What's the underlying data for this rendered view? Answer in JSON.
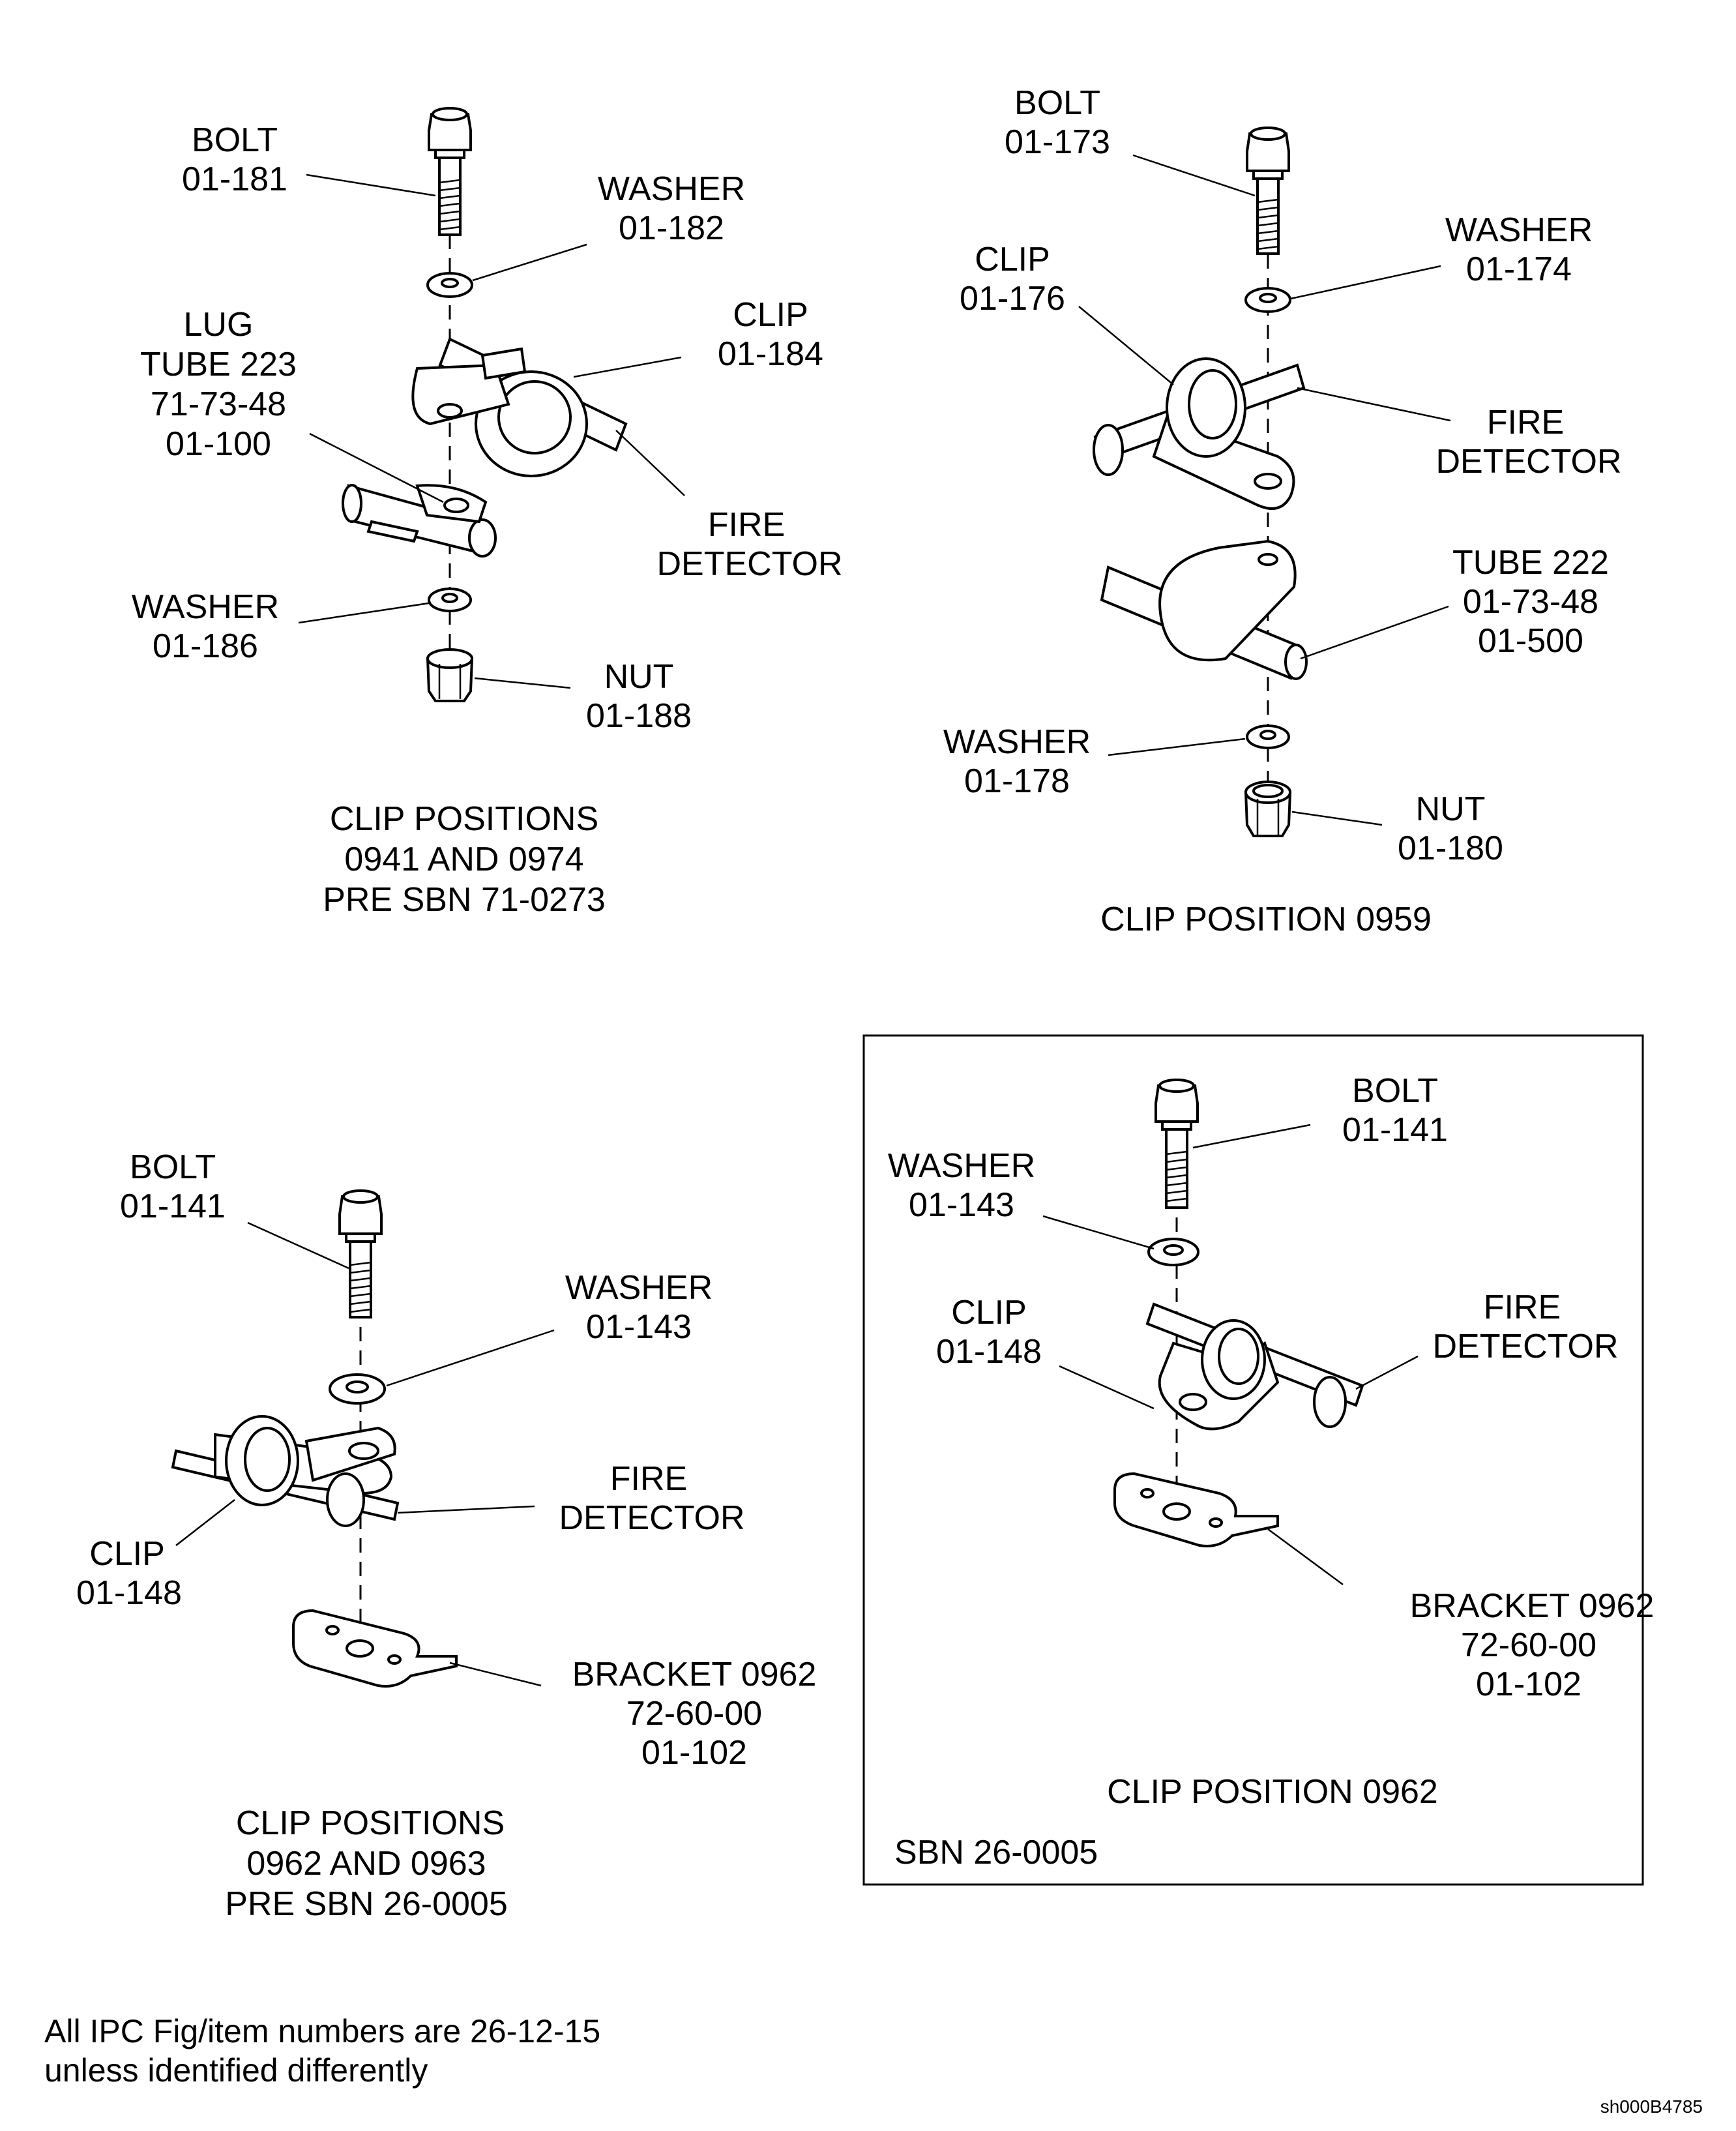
{
  "diagram_id": "sh000B4785",
  "footnote": {
    "line1": "All IPC Fig/item numbers are 26-12-15",
    "line2": "unless identified differently"
  },
  "view1": {
    "bolt": {
      "name": "BOLT",
      "ref": "01-181"
    },
    "washer_top": {
      "name": "WASHER",
      "ref": "01-182"
    },
    "clip": {
      "name": "CLIP",
      "ref": "01-184"
    },
    "lug": {
      "l1": "LUG",
      "l2": "TUBE 223",
      "l3": "71-73-48",
      "l4": "01-100"
    },
    "fire_detector": {
      "l1": "FIRE",
      "l2": "DETECTOR"
    },
    "washer_bottom": {
      "name": "WASHER",
      "ref": "01-186"
    },
    "nut": {
      "name": "NUT",
      "ref": "01-188"
    },
    "caption": {
      "l1": "CLIP POSITIONS",
      "l2": "0941 AND 0974",
      "l3": "PRE SBN 71-0273"
    }
  },
  "view2": {
    "bolt": {
      "name": "BOLT",
      "ref": "01-173"
    },
    "washer_top": {
      "name": "WASHER",
      "ref": "01-174"
    },
    "clip": {
      "name": "CLIP",
      "ref": "01-176"
    },
    "fire_detector": {
      "l1": "FIRE",
      "l2": "DETECTOR"
    },
    "tube": {
      "l1": "TUBE 222",
      "l2": "01-73-48",
      "l3": "01-500"
    },
    "washer_bottom": {
      "name": "WASHER",
      "ref": "01-178"
    },
    "nut": {
      "name": "NUT",
      "ref": "01-180"
    },
    "caption": {
      "l1": "CLIP POSITION 0959"
    }
  },
  "view3": {
    "bolt": {
      "name": "BOLT",
      "ref": "01-141"
    },
    "washer": {
      "name": "WASHER",
      "ref": "01-143"
    },
    "fire_detector": {
      "l1": "FIRE",
      "l2": "DETECTOR"
    },
    "clip": {
      "name": "CLIP",
      "ref": "01-148"
    },
    "bracket": {
      "l1": "BRACKET 0962",
      "l2": "72-60-00",
      "l3": "01-102"
    },
    "caption": {
      "l1": "CLIP POSITIONS",
      "l2": "0962 AND 0963",
      "l3": "PRE SBN 26-0005"
    }
  },
  "view4": {
    "bolt": {
      "name": "BOLT",
      "ref": "01-141"
    },
    "washer": {
      "name": "WASHER",
      "ref": "01-143"
    },
    "fire_detector": {
      "l1": "FIRE",
      "l2": "DETECTOR"
    },
    "clip": {
      "name": "CLIP",
      "ref": "01-148"
    },
    "bracket": {
      "l1": "BRACKET 0962",
      "l2": "72-60-00",
      "l3": "01-102"
    },
    "caption": {
      "l1": "CLIP POSITION 0962"
    },
    "sbn": "SBN 26-0005"
  }
}
